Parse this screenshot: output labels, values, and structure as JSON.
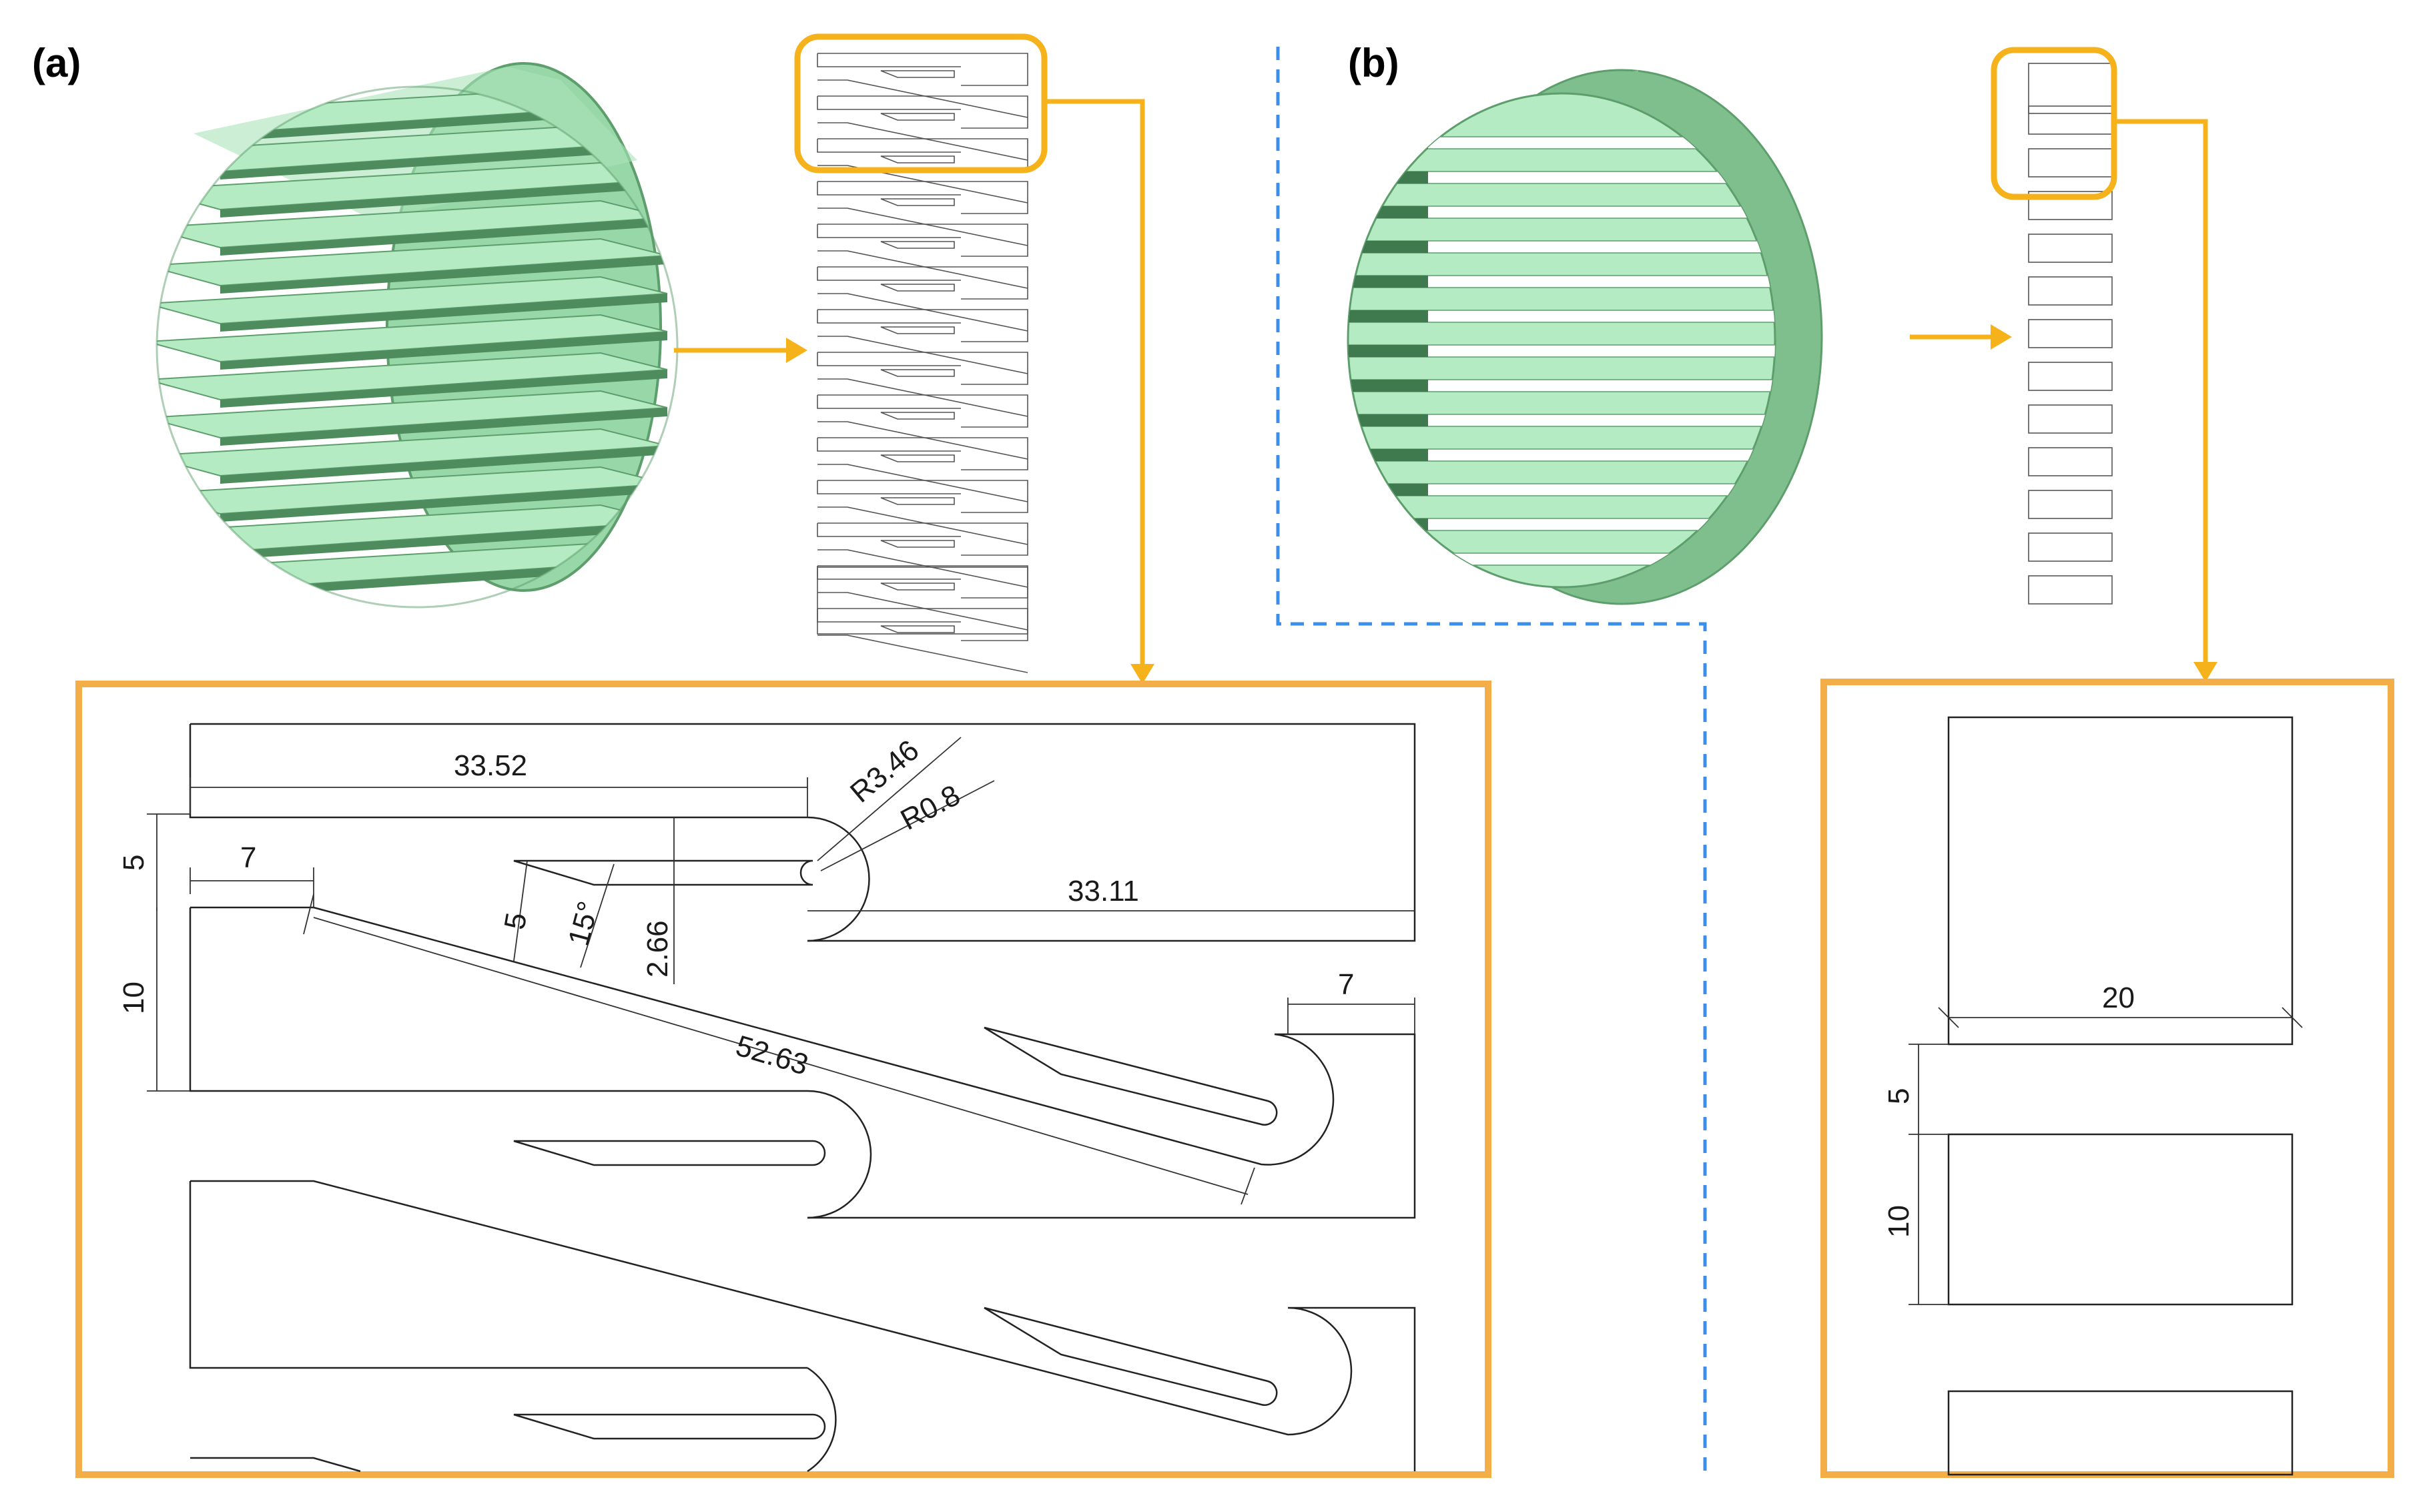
{
  "panels": {
    "a": {
      "label": "(a)"
    },
    "b": {
      "label": "(b)"
    }
  },
  "dimensions_a": {
    "d1": "33.52",
    "d2": "R3.46",
    "d3": "R0.8",
    "d4": "5",
    "d5": "7",
    "d6": "33.11",
    "d7": "5",
    "d8": "15°",
    "d9": "2.66",
    "d10": "10",
    "d11": "7",
    "d12": "52.63"
  },
  "dimensions_b": {
    "d1": "20",
    "d2": "5",
    "d3": "10"
  },
  "colors": {
    "accent": "#F5B21B",
    "frame": "#F3AE47",
    "solid_fill": "#B4EBC2",
    "solid_dark": "#5E9E6C",
    "divider": "#3B8EEA"
  }
}
